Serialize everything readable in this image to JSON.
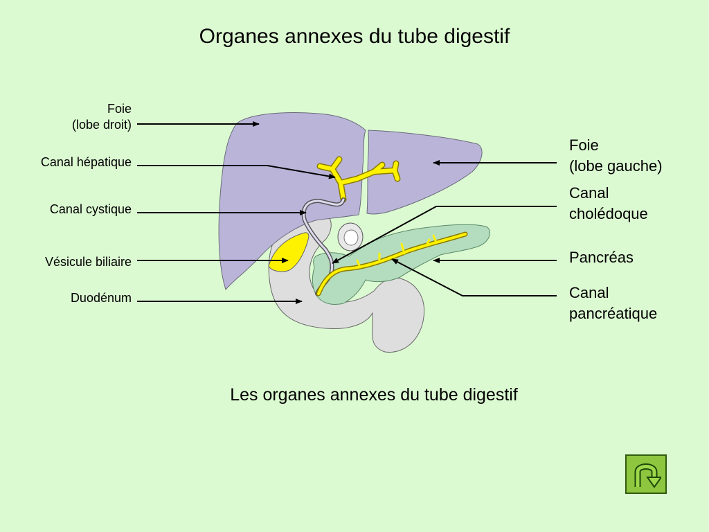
{
  "title": "Organes annexes du tube digestif",
  "caption": "Les organes annexes du tube digestif",
  "left_labels": {
    "foie_droit_1": "Foie",
    "foie_droit_2": "(lobe droit)",
    "canal_hepatique": "Canal hépatique",
    "canal_cystique": "Canal cystique",
    "vesicule": "Vésicule biliaire",
    "duodenum": "Duodénum"
  },
  "right_labels": {
    "foie_gauche_1": "Foie",
    "foie_gauche_2": "(lobe gauche)",
    "choledoque_1": "Canal",
    "choledoque_2": "cholédoque",
    "pancreas": "Pancréas",
    "pancreatique_1": "Canal",
    "pancreatique_2": "pancréatique"
  },
  "colors": {
    "background": "#dcfad2",
    "liver": "#b9b4d8",
    "duodenum": "#dedede",
    "pancreas": "#b4dcbe",
    "bile": "#fff200",
    "button": "#8ec63f"
  },
  "back_button": {
    "icon": "u-turn-arrow-icon"
  }
}
